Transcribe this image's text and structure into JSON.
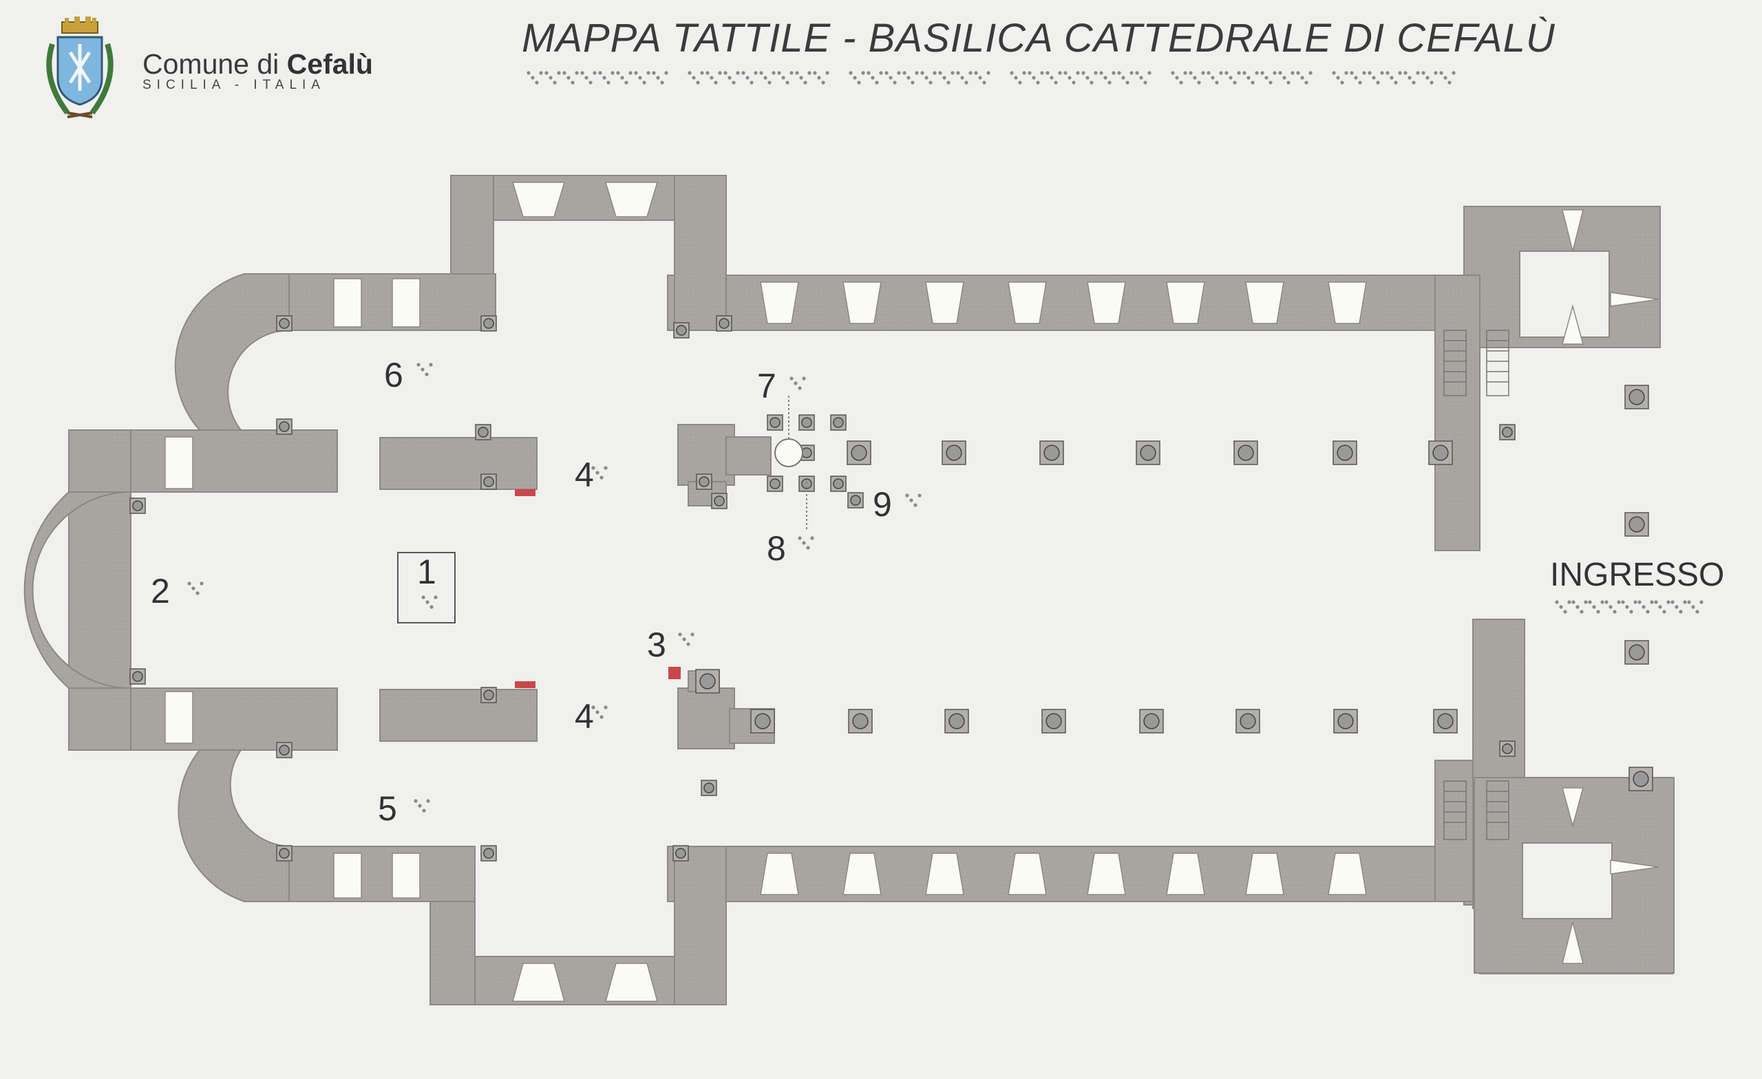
{
  "header": {
    "title": "MAPPA TATTILE - BASILICA CATTEDRALE DI CEFALÙ",
    "comune_prefix": "Comune di ",
    "comune_name": "Cefalù",
    "comune_sub": "SICILIA - ITALIA",
    "crest_icon": "city-crest-icon"
  },
  "entrance": {
    "label": "INGRESSO"
  },
  "markers": [
    {
      "number": "1"
    },
    {
      "number": "2"
    },
    {
      "number": "3"
    },
    {
      "number": "4"
    },
    {
      "number": "4"
    },
    {
      "number": "5"
    },
    {
      "number": "6"
    },
    {
      "number": "7"
    },
    {
      "number": "8"
    },
    {
      "number": "9"
    }
  ],
  "colors": {
    "background": "#f0f0ef",
    "wall": "#a9a6a2",
    "wall_stroke": "#8c8985",
    "opening": "#fbfbf6",
    "accent_red": "#c9474b",
    "text": "#333333"
  }
}
